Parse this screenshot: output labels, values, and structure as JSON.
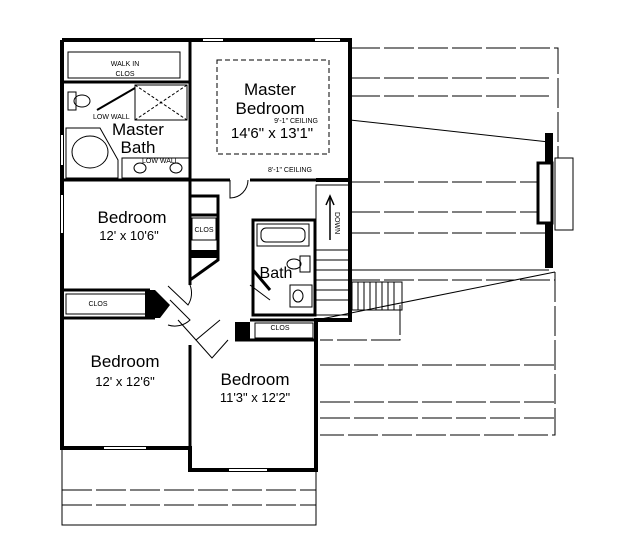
{
  "labels": {
    "walk_in_closet_1": "WALK IN",
    "walk_in_closet_2": "CLOS",
    "master_bedroom_1": "Master",
    "master_bedroom_2": "Bedroom",
    "master_ceiling_vault": "9'-1\" CEILING",
    "master_dims": "14'6\" x 13'1\"",
    "master_ceiling_flat": "8'-1\" CEILING",
    "low_wall_top": "LOW WALL",
    "low_wall_bottom": "LOW WALL",
    "master_bath_1": "Master",
    "master_bath_2": "Bath",
    "bedroom2_name": "Bedroom",
    "bedroom2_dims": "12' x 10'6\"",
    "clos_hall": "CLOS",
    "bath": "Bath",
    "down": "DOWN",
    "clos_bedroom3": "CLOS",
    "bedroom3_name": "Bedroom",
    "bedroom3_dims": "12' x 12'6\"",
    "clos_bedroom4": "CLOS",
    "bedroom4_name": "Bedroom",
    "bedroom4_dims": "11'3\" x 12'2\""
  }
}
